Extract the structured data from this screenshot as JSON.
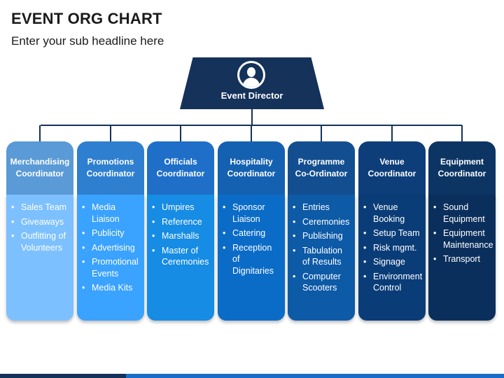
{
  "header": {
    "title": "EVENT ORG CHART",
    "subtitle": "Enter your sub headline here"
  },
  "director": {
    "label": "Event Director",
    "icon": "person-icon",
    "color": "#14325a"
  },
  "columns": [
    {
      "title": "Merchandising\nCoordinator",
      "head_color": "#5a9ad6",
      "body_color": "#7dc0ff",
      "items": [
        "Sales Team",
        "Giveaways",
        "Outfitting of Volunteers"
      ]
    },
    {
      "title": "Promotions\nCoordinator",
      "head_color": "#2f7fd0",
      "body_color": "#3aa2ff",
      "items": [
        "Media Liaison",
        "Publicity",
        "Advertising",
        "Promotional Events",
        "Media Kits"
      ]
    },
    {
      "title": "Officials\nCoordinator",
      "head_color": "#1f6fc8",
      "body_color": "#168ce4",
      "items": [
        "Umpires",
        "Reference",
        "Marshalls",
        "Master of Ceremonies"
      ]
    },
    {
      "title": "Hospitality\nCoordinator",
      "head_color": "#1561b1",
      "body_color": "#0b6cc8",
      "items": [
        "Sponsor Liaison",
        "Catering",
        "Reception of Dignitaries"
      ]
    },
    {
      "title": "Programme\nCo-Ordinator",
      "head_color": "#134f90",
      "body_color": "#0d5aa7",
      "items": [
        "Entries",
        "Ceremonies",
        "Publishing",
        "Tabulation of Results",
        "Computer Scooters"
      ]
    },
    {
      "title": "Venue\nCoordinator",
      "head_color": "#0e3e7a",
      "body_color": "#0a3d78",
      "items": [
        "Venue Booking",
        "Setup Team",
        "Risk mgmt.",
        "Signage",
        "Environment Control"
      ]
    },
    {
      "title": "Equipment\nCoordinator",
      "head_color": "#0d3564",
      "body_color": "#0b2f5c",
      "items": [
        "Sound Equipment",
        "Equipment Maintenance",
        "Transport"
      ]
    }
  ]
}
